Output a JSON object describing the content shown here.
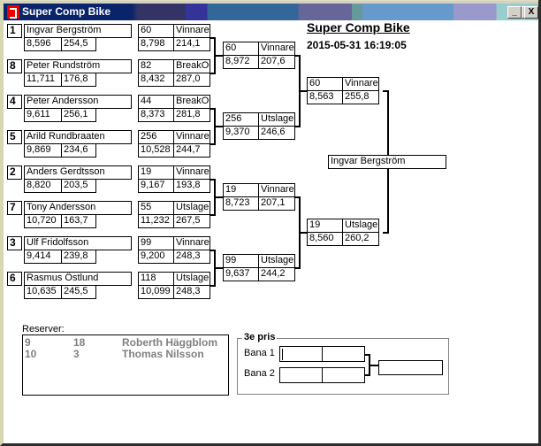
{
  "window": {
    "title": "Super Comp Bike",
    "minimize": "_",
    "maximize": "□",
    "close": "X"
  },
  "header": {
    "title": "Super Comp Bike",
    "datetime": "2015-05-31 16:19:05"
  },
  "round1": [
    {
      "seed": "1",
      "name": "Ingvar Bergström",
      "rt": "8,596",
      "speed": "254,5"
    },
    {
      "seed": "8",
      "name": "Peter Rundström",
      "rt": "11,711",
      "speed": "176,8"
    },
    {
      "seed": "4",
      "name": "Peter Andersson",
      "rt": "9,611",
      "speed": "256,1"
    },
    {
      "seed": "5",
      "name": "Arild  Rundbraaten",
      "rt": "9,869",
      "speed": "234,6"
    },
    {
      "seed": "2",
      "name": "Anders Gerdtsson",
      "rt": "8,820",
      "speed": "203,5"
    },
    {
      "seed": "7",
      "name": "Tony Andersson",
      "rt": "10,720",
      "speed": "163,7"
    },
    {
      "seed": "3",
      "name": "Ulf Fridolfsson",
      "rt": "9,414",
      "speed": "239,8"
    },
    {
      "seed": "6",
      "name": "Rasmus Östlund",
      "rt": "10,635",
      "speed": "245,5"
    }
  ],
  "heat1": [
    {
      "num": "60",
      "result": "Vinnare",
      "time": "8,798",
      "speed": "214,1"
    },
    {
      "num": "82",
      "result": "BreakOut",
      "time": "8,432",
      "speed": "287,0"
    },
    {
      "num": "44",
      "result": "BreakOut",
      "time": "8,373",
      "speed": "281,8"
    },
    {
      "num": "256",
      "result": "Vinnare",
      "time": "10,528",
      "speed": "244,7"
    },
    {
      "num": "19",
      "result": "Vinnare",
      "time": "9,167",
      "speed": "193,8"
    },
    {
      "num": "55",
      "result": "Utslagen",
      "time": "11,232",
      "speed": "267,5"
    },
    {
      "num": "99",
      "result": "Vinnare",
      "time": "9,200",
      "speed": "248,3"
    },
    {
      "num": "118",
      "result": "Utslagen",
      "time": "10,099",
      "speed": "248,3"
    }
  ],
  "quarter": [
    {
      "num": "60",
      "result": "Vinnare",
      "time": "8,972",
      "speed": "207,6"
    },
    {
      "num": "256",
      "result": "Utslagen",
      "time": "9,370",
      "speed": "246,6"
    },
    {
      "num": "19",
      "result": "Vinnare",
      "time": "8,723",
      "speed": "207,1"
    },
    {
      "num": "99",
      "result": "Utslagen",
      "time": "9,637",
      "speed": "244,2"
    }
  ],
  "semi": [
    {
      "num": "60",
      "result": "Vinnare",
      "time": "8,563",
      "speed": "255,8"
    },
    {
      "num": "19",
      "result": "Utslagen",
      "time": "8,560",
      "speed": "260,2"
    }
  ],
  "final": {
    "winner": "Ingvar Bergström"
  },
  "reserves": {
    "label": "Reserver:",
    "rows": [
      {
        "pos": "9",
        "num": "18",
        "name": "Roberth Häggblom"
      },
      {
        "pos": "10",
        "num": "3",
        "name": "Thomas Nilsson"
      }
    ]
  },
  "third": {
    "title": "3e pris",
    "lane1": "Bana 1",
    "lane2": "Bana 2"
  }
}
